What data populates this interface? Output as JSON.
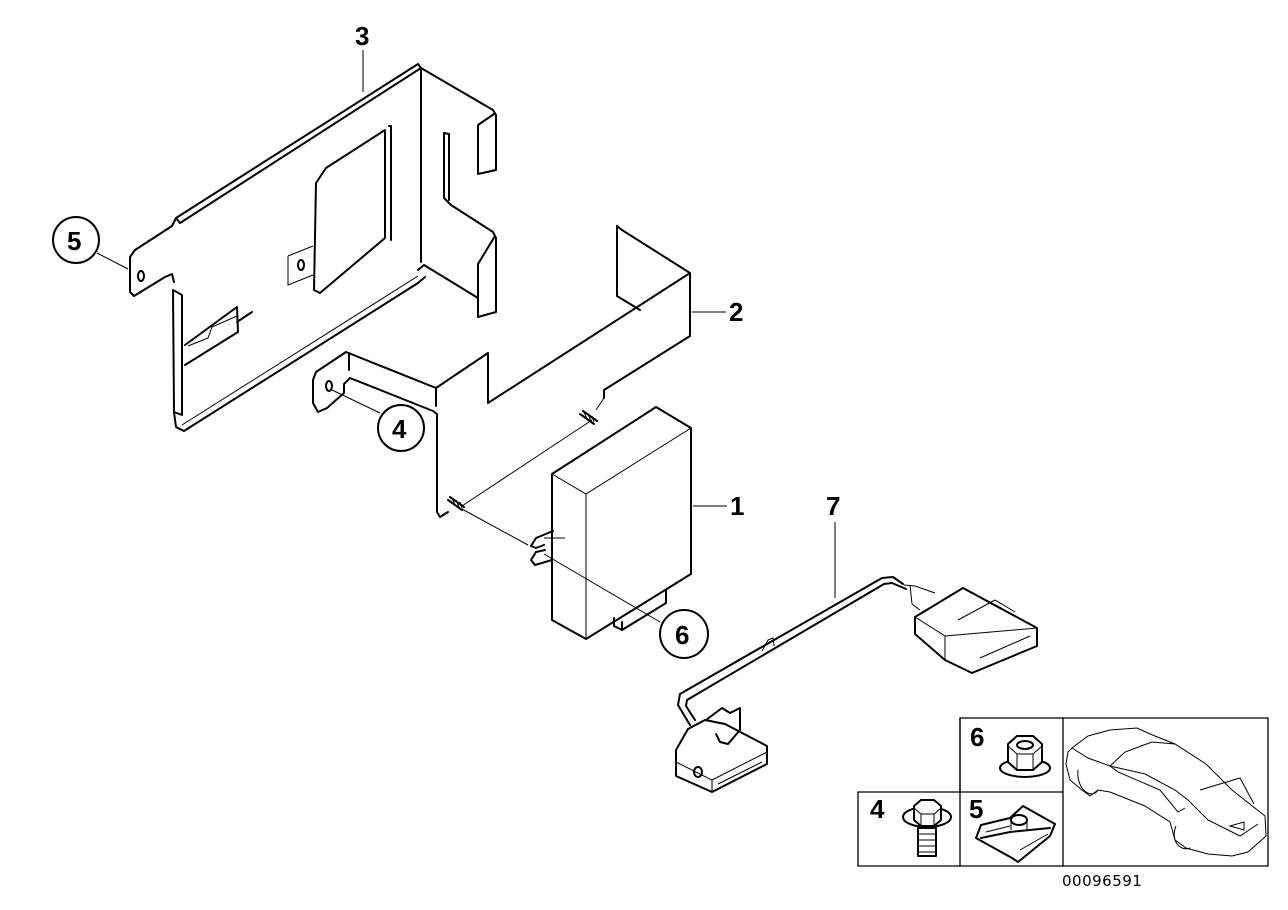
{
  "diagram": {
    "type": "exploded parts diagram",
    "id_label": "00096591",
    "callouts": [
      {
        "label": "3",
        "part": "mounting-bracket-large",
        "style": "plain"
      },
      {
        "label": "5",
        "part": "clip-nut",
        "style": "circled"
      },
      {
        "label": "2",
        "part": "mounting-bracket-small",
        "style": "plain"
      },
      {
        "label": "4",
        "part": "bolt",
        "style": "circled"
      },
      {
        "label": "1",
        "part": "control-unit",
        "style": "plain"
      },
      {
        "label": "6",
        "part": "hex-nut",
        "style": "circled"
      },
      {
        "label": "7",
        "part": "wiring-harness",
        "style": "plain"
      }
    ],
    "inset": {
      "cells": [
        {
          "label": "6",
          "part": "hex-flange-nut"
        },
        {
          "label": "4",
          "part": "hex-flange-bolt"
        },
        {
          "label": "5",
          "part": "spring-clip-nut"
        }
      ],
      "vehicle_icon": "coupe-car-outline"
    }
  }
}
